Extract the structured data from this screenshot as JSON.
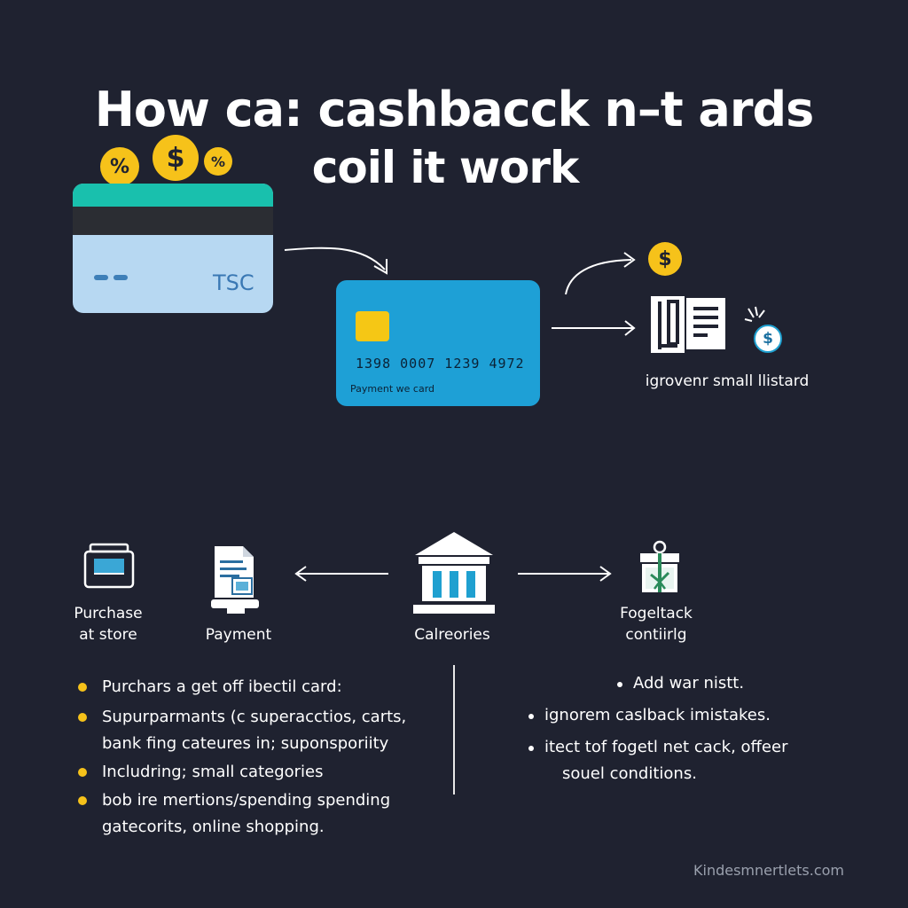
{
  "title": {
    "line1": "How  ca: cashbacck n–t ards",
    "line2": "coil it work"
  },
  "coins": {
    "percent": "%",
    "dollar": "$"
  },
  "card1": {
    "brand": "TSC"
  },
  "card2": {
    "number": "1398  0007  1239  4972",
    "label": "Payment  we card"
  },
  "reward": {
    "caption": "igrovenr small llistard"
  },
  "flow": {
    "steps": [
      {
        "lines": [
          "Purchase",
          "at store"
        ]
      },
      {
        "lines": [
          "Payment"
        ]
      },
      {
        "lines": [
          "Calreories"
        ]
      },
      {
        "lines": [
          "Fogeltack",
          "contiirlg"
        ]
      }
    ]
  },
  "bullets_left": [
    {
      "text": "Purchars a get off ibectil card:",
      "cont": ""
    },
    {
      "text": "Supurparmants (c superacctios, carts,",
      "cont": "bank fing cateures in; suponsporiity"
    },
    {
      "text": "Includring; small categories",
      "cont": ""
    },
    {
      "text": "bob ire mertions/spending spending",
      "cont": "gatecorits, online shopping."
    }
  ],
  "bullets_right": [
    {
      "text": "Add war nistt.",
      "cont": ""
    },
    {
      "text": "ignorem caslback imistakes.",
      "cont": ""
    },
    {
      "text": "itect tof fogetl net cack, offeer",
      "cont": "souel conditions."
    }
  ],
  "footer": "Kindesmnertlets.com",
  "colors": {
    "background": "#1f2230",
    "coin": "#f6c21a",
    "card1_body": "#b7d8f2",
    "card1_top": "#19c0ad",
    "card2_body": "#1ea0d6",
    "icon_blue": "#1fa0d0"
  },
  "icons": [
    "percent-coin-icon",
    "dollar-coin-icon",
    "arrow-icon",
    "receipt-icon",
    "sparkle-icon",
    "register-icon",
    "document-icon",
    "bank-icon",
    "gift-icon"
  ]
}
